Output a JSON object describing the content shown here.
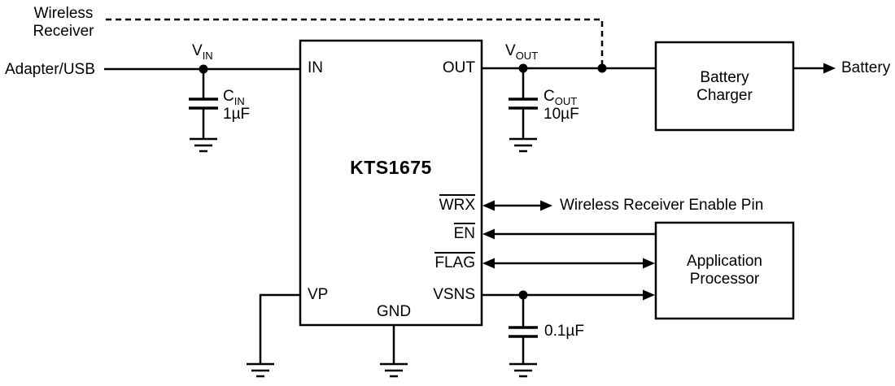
{
  "external": {
    "wireless_receiver_line1": "Wireless",
    "wireless_receiver_line2": "Receiver",
    "adapter_usb": "Adapter/USB",
    "battery": "Battery",
    "wrx_annotation": "Wireless Receiver Enable Pin"
  },
  "ic": {
    "name": "KTS1675",
    "pins": {
      "in": "IN",
      "out": "OUT",
      "wrx": "WRX",
      "en": "EN",
      "flag": "FLAG",
      "vsns": "VSNS",
      "vp": "VP",
      "gnd": "GND"
    }
  },
  "nets": {
    "vin_main": "V",
    "vin_sub": "IN",
    "vout_main": "V",
    "vout_sub": "OUT"
  },
  "components": {
    "cin_ref": "C",
    "cin_sub": "IN",
    "cin_value": "1µF",
    "cout_ref": "C",
    "cout_sub": "OUT",
    "cout_value": "10µF",
    "csns_value": "0.1µF"
  },
  "blocks": {
    "battery_charger_line1": "Battery",
    "battery_charger_line2": "Charger",
    "app_processor_line1": "Application",
    "app_processor_line2": "Processor"
  },
  "colors": {
    "wire": "#000000",
    "background": "#ffffff"
  }
}
